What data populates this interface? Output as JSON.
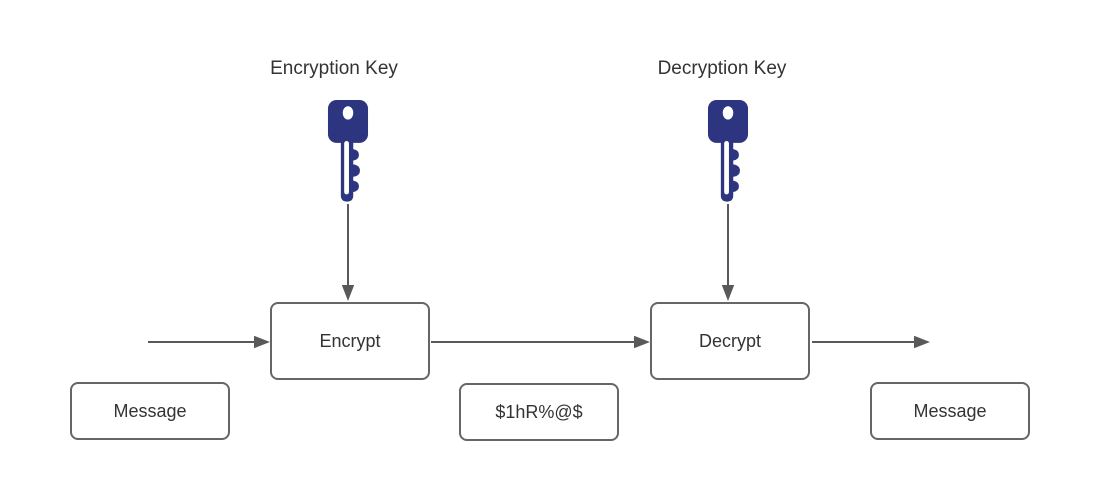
{
  "colors": {
    "background": "#ffffff",
    "box_border": "#666666",
    "box_fill": "#ffffff",
    "text": "#333333",
    "connector": "#595959",
    "key_blue": "#2d3580",
    "key_hole_white": "#ffffff"
  },
  "labels": {
    "encryption_key": "Encryption Key",
    "decryption_key": "Decryption Key"
  },
  "nodes": {
    "encrypt": "Encrypt",
    "decrypt": "Decrypt",
    "message_input": "Message",
    "ciphertext": "$1hR%@$",
    "message_output": "Message"
  },
  "icons": {
    "encryption_key": "key-icon",
    "decryption_key": "key-icon"
  }
}
